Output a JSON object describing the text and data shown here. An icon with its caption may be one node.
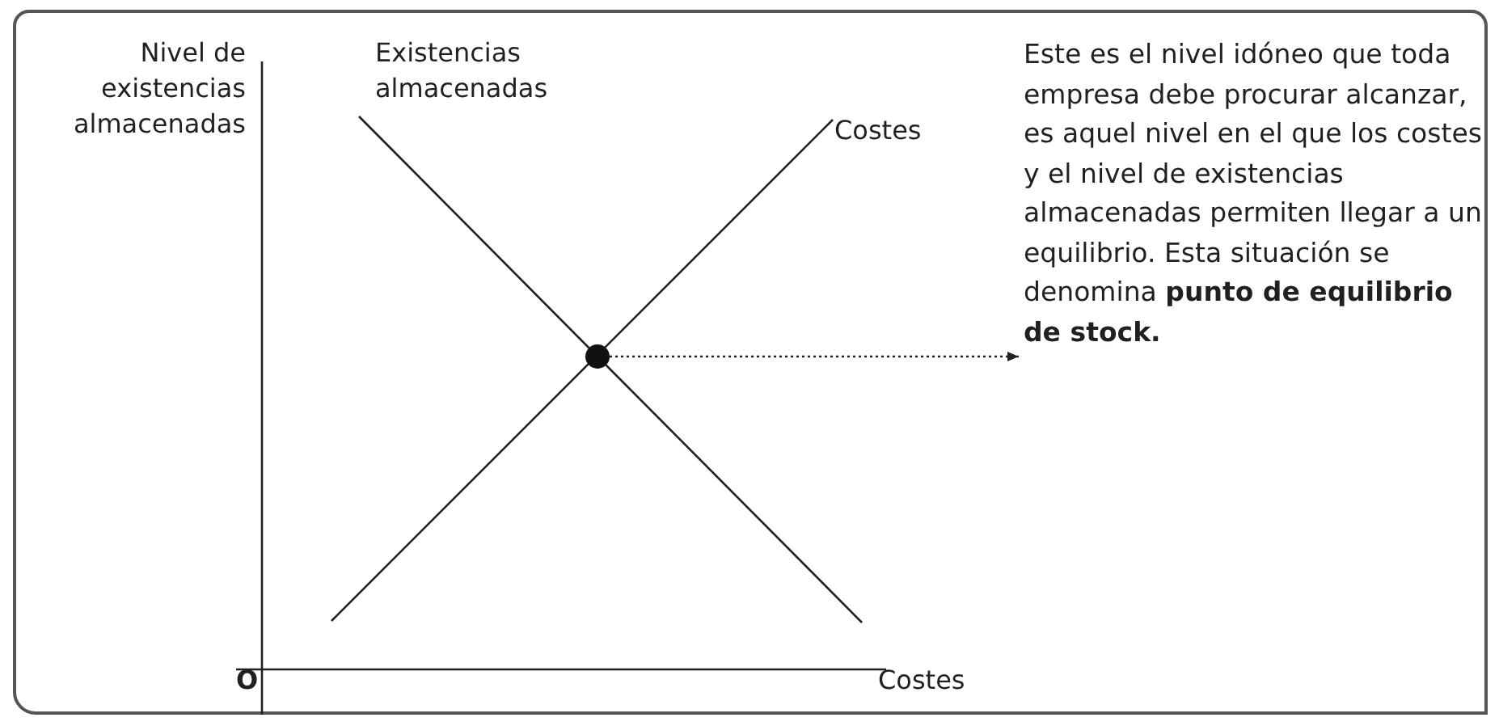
{
  "diagram": {
    "nodes": [
      {
        "text": [],
        "shape": "circle"
      },
      {
        "text": [
          "Este es el nivel idóneo que toda empresa debe procurar alcanzar, es aquel nivel en el que los costes y el nivel de existencias almacenadas permiten llegar a un equilibrio. Esta situación se denomina **punto de equilibrio de stock.**"
        ]
      }
    ],
    "edges": [
      {
        "from": 0,
        "to": 1,
        "arrow": "to",
        "style": "dashed"
      }
    ],
    "labels": [
      "Nivel de existencias almacenadas",
      "Existencias almacenadas",
      "Costes",
      "O",
      "Costes"
    ]
  }
}
